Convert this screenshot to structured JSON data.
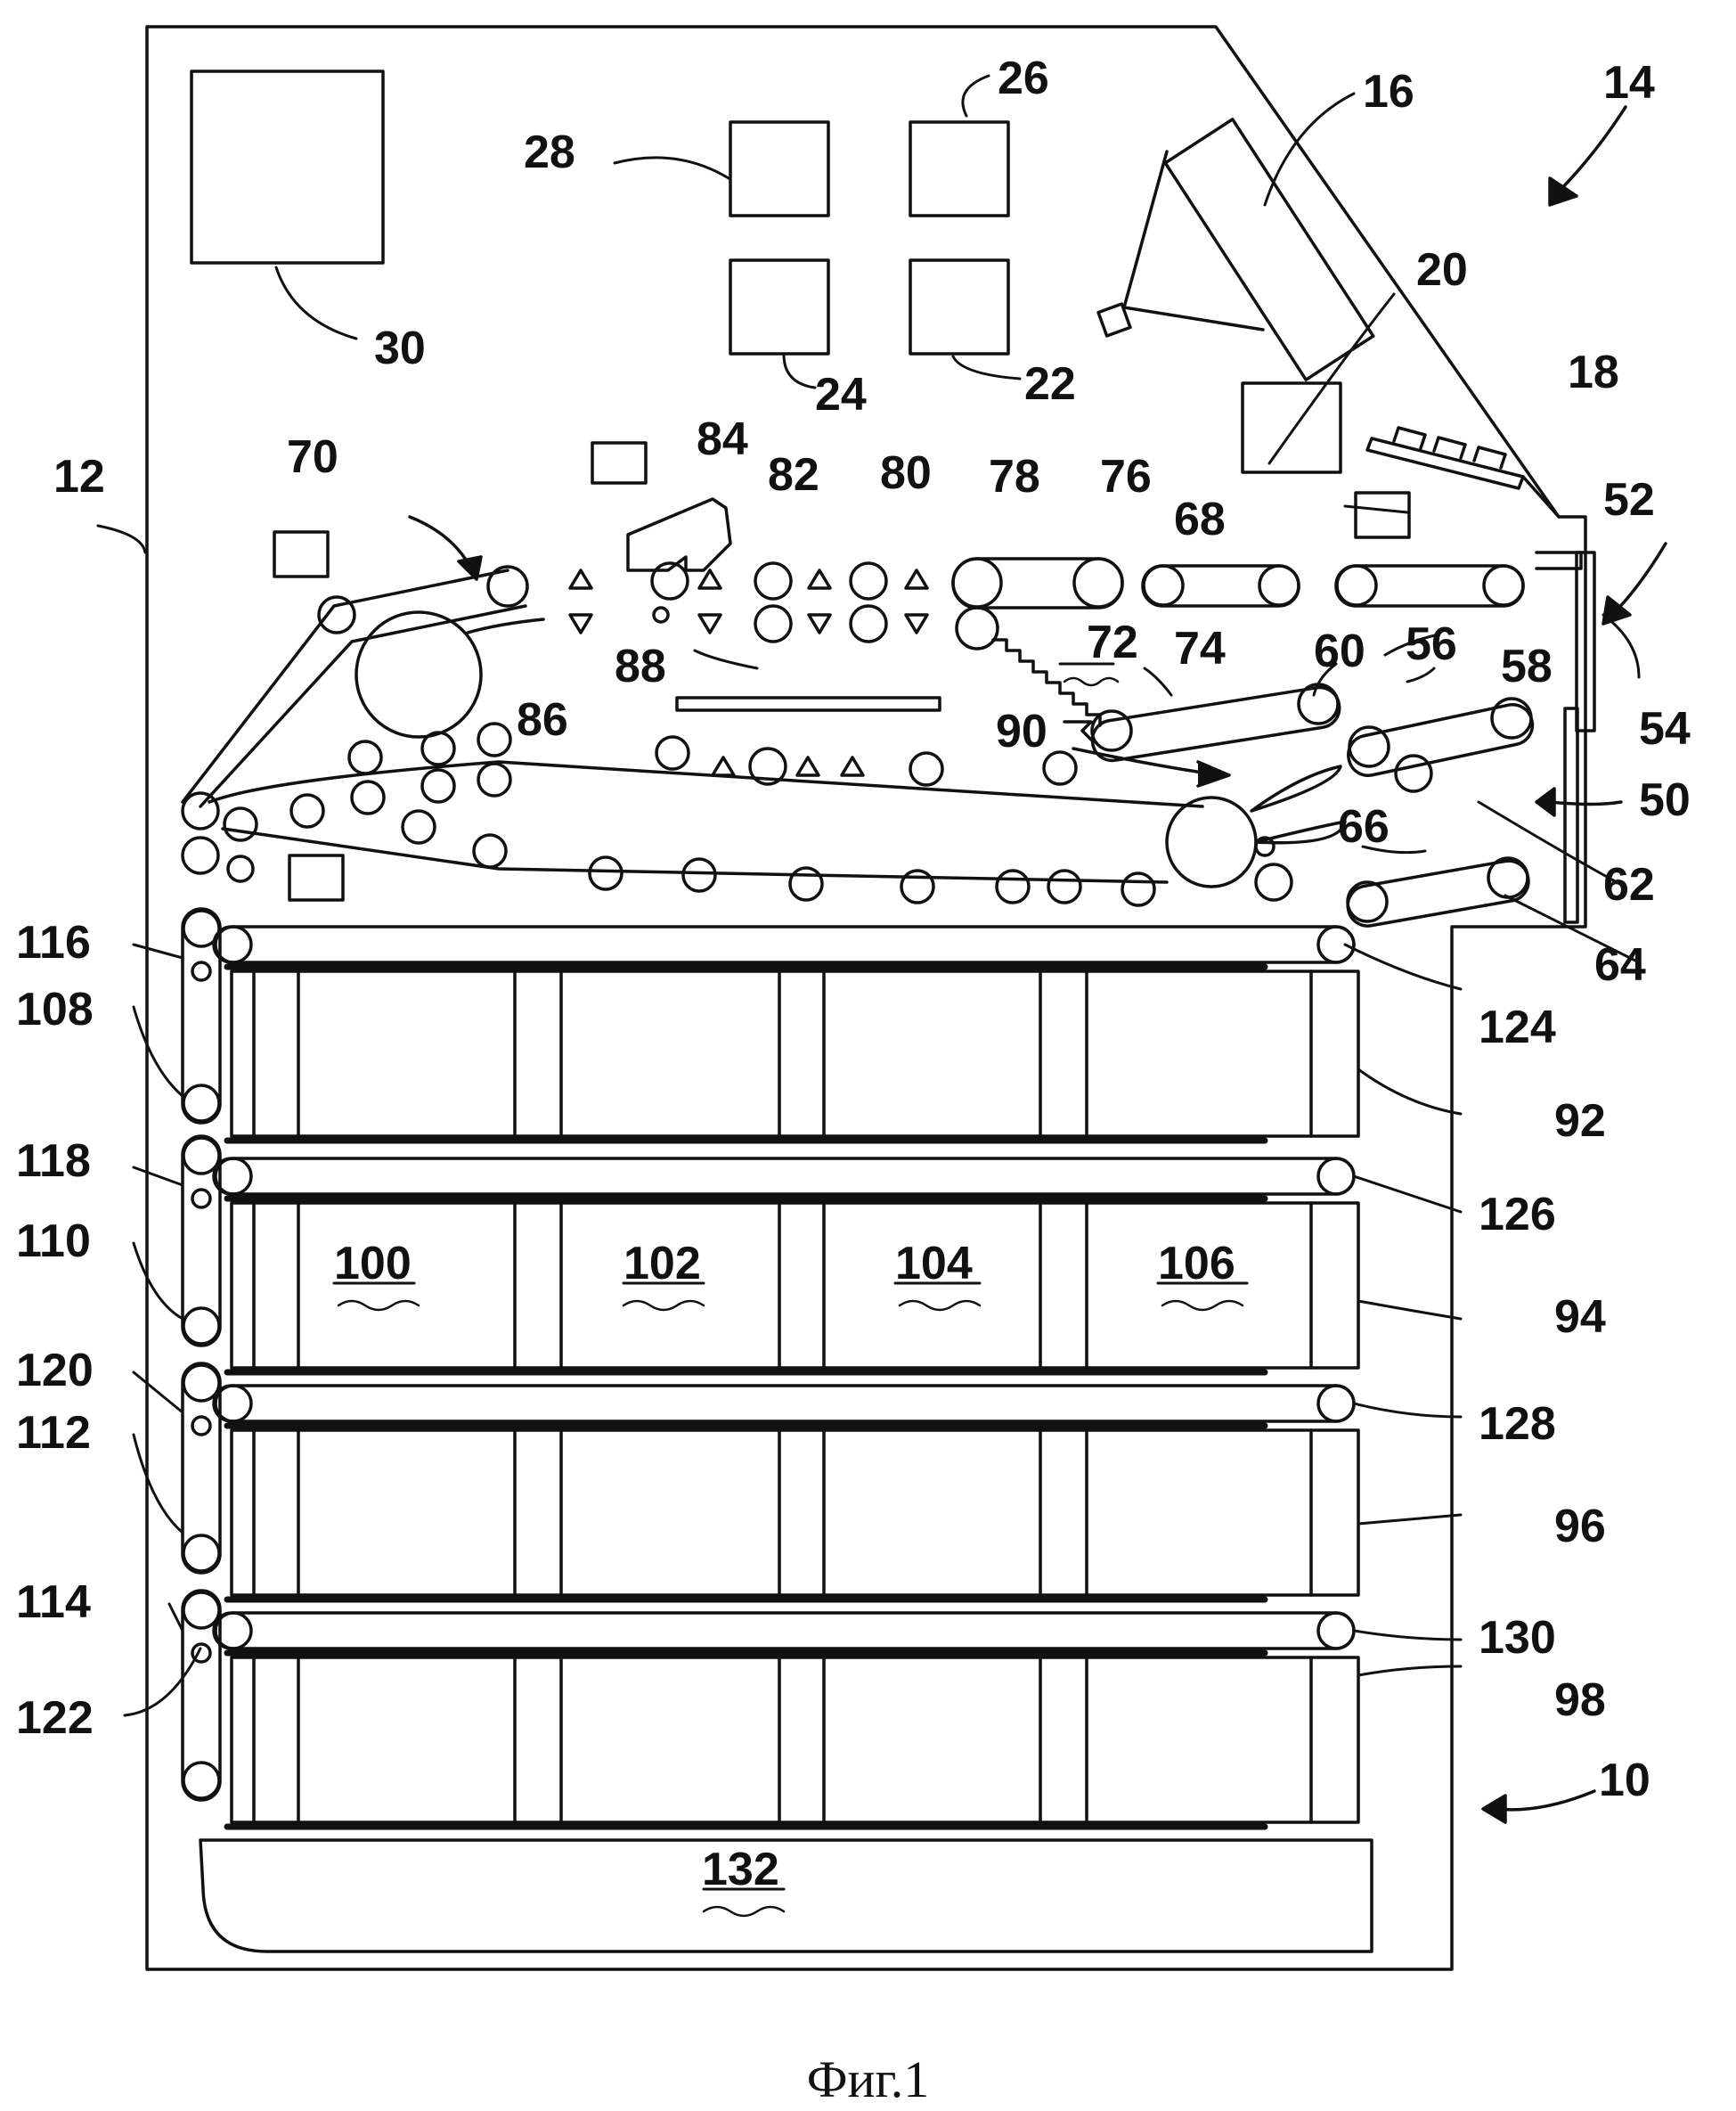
{
  "figure": {
    "caption": "Фиг.1",
    "labels": {
      "l10": "10",
      "l12": "12",
      "l14": "14",
      "l16": "16",
      "l18": "18",
      "l20": "20",
      "l22": "22",
      "l24": "24",
      "l26": "26",
      "l28": "28",
      "l30": "30",
      "l50": "50",
      "l52": "52",
      "l54": "54",
      "l56": "56",
      "l58": "58",
      "l60": "60",
      "l62": "62",
      "l64": "64",
      "l66": "66",
      "l68": "68",
      "l70": "70",
      "l72": "72",
      "l74": "74",
      "l76": "76",
      "l78": "78",
      "l80": "80",
      "l82": "82",
      "l84": "84",
      "l86": "86",
      "l88": "88",
      "l90": "90",
      "l92": "92",
      "l94": "94",
      "l96": "96",
      "l98": "98",
      "l100": "100",
      "l102": "102",
      "l104": "104",
      "l106": "106",
      "l108": "108",
      "l110": "110",
      "l112": "112",
      "l114": "114",
      "l116": "116",
      "l118": "118",
      "l120": "120",
      "l122": "122",
      "l124": "124",
      "l126": "126",
      "l128": "128",
      "l130": "130",
      "l132": "132"
    }
  }
}
